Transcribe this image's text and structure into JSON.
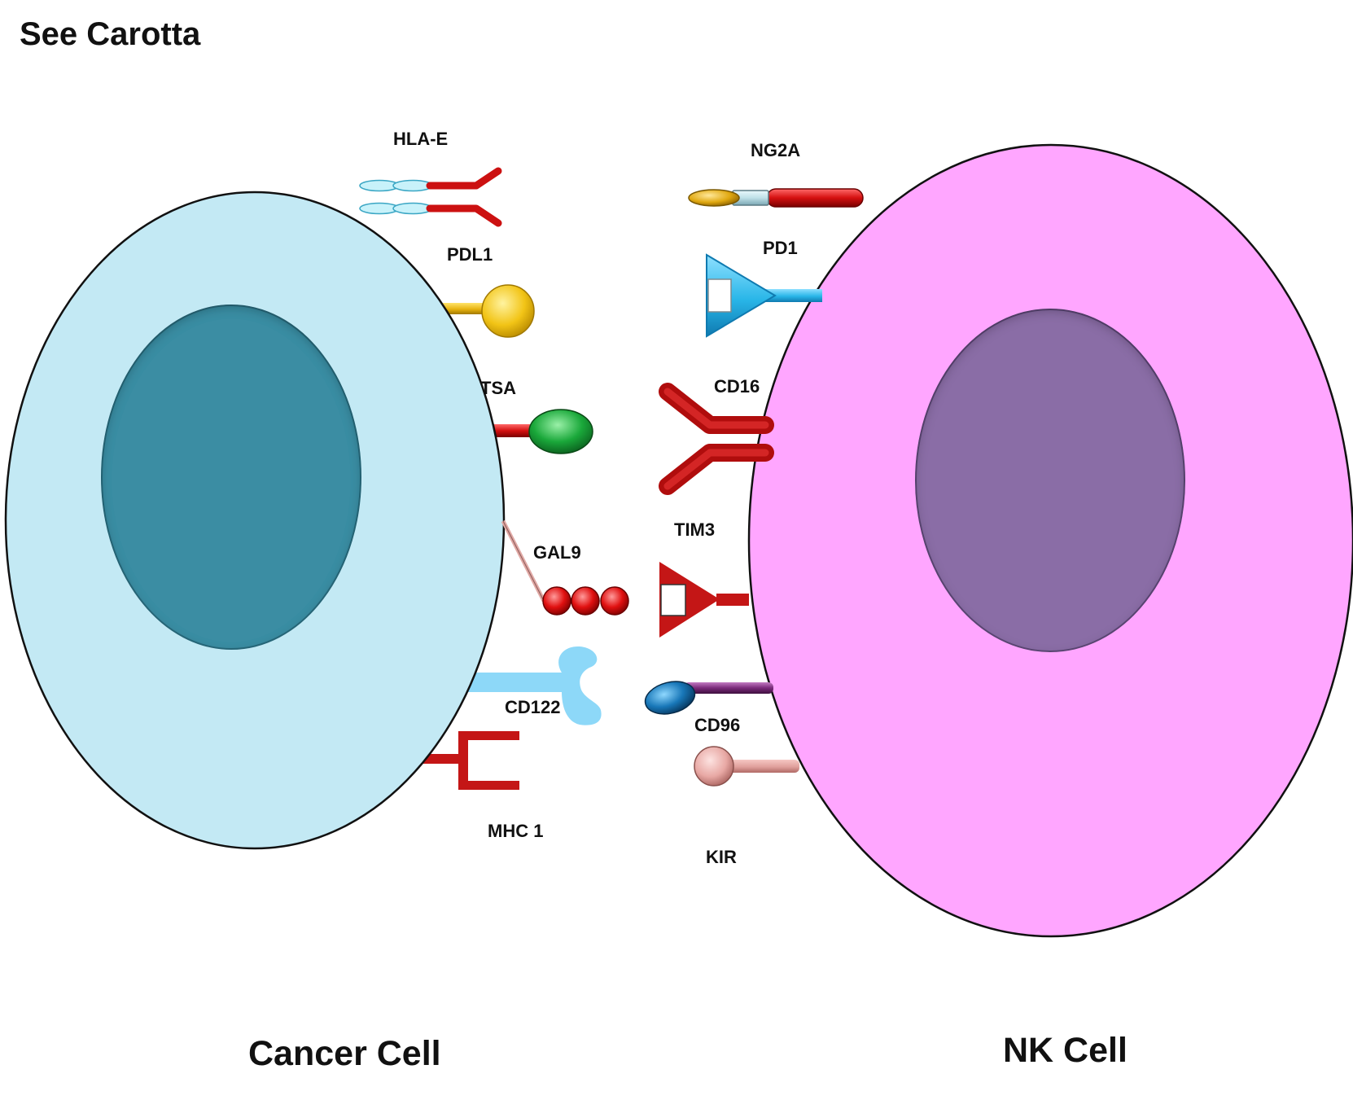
{
  "header": {
    "text": "See Carotta"
  },
  "cells": {
    "cancer": {
      "label": "Cancer Cell",
      "fill": "#c3e9f4",
      "nucleus": "#3b8da3"
    },
    "nk": {
      "label": "NK Cell",
      "fill": "#ffa6ff",
      "nucleus": "#8a6da6"
    }
  },
  "molecules": {
    "hla_e": "HLA-E",
    "pdl1": "PDL1",
    "tsa": "TSA",
    "gal9": "GAL9",
    "cd122": "CD122",
    "mhc1": "MHC 1",
    "ng2a": "NG2A",
    "pd1": "PD1",
    "cd16": "CD16",
    "tim3": "TIM3",
    "cd96": "CD96",
    "kir": "KIR"
  },
  "colors": {
    "red": "#cc1111",
    "dark_red": "#a80f0f",
    "yellow": "#f2c416",
    "green": "#1aa83a",
    "sky": "#29b6e8",
    "light_blue": "#8dd8f8",
    "pale_cyan": "#c8f2fa",
    "blue_dark": "#1877b8",
    "purple": "#7a2a7a",
    "pink": "#e8a8a4",
    "grey_blue": "#bfe0e8"
  }
}
